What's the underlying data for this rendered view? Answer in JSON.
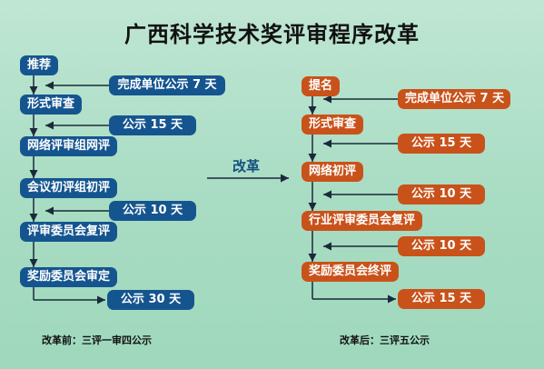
{
  "title": "广西科学技术奖评审程序改革",
  "left": {
    "steps": [
      "推荐",
      "形式审查",
      "网络评审组网评",
      "会议初评组初评",
      "评审委员会复评",
      "奖励委员会审定"
    ],
    "notices": [
      "完成单位公示 7 天",
      "公示 15 天",
      "公示 10 天",
      "公示 30 天"
    ],
    "note": "改革前：三评一审四公示"
  },
  "right": {
    "steps": [
      "提名",
      "形式审查",
      "网络初评",
      "行业评审委员会复评",
      "奖励委员会终评"
    ],
    "notices": [
      "完成单位公示 7 天",
      "公示 15 天",
      "公示 10 天",
      "公示 10 天",
      "公示 15 天"
    ],
    "note": "改革后：三评五公示"
  },
  "center": {
    "label": "改革"
  },
  "colors": {
    "blue": "#15558f",
    "orange": "#c9521a"
  }
}
